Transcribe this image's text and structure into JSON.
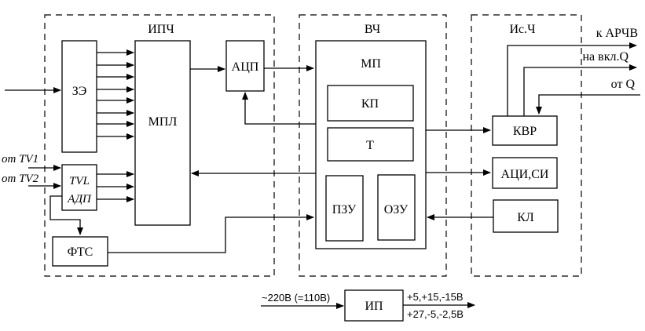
{
  "groups": {
    "ipch": "ИПЧ",
    "vch": "ВЧ",
    "isch": "Ис.Ч"
  },
  "blocks": {
    "ze": "ЗЭ",
    "mpl": "МПЛ",
    "acp": "АЦП",
    "tvl": "TVL",
    "adp": "АДП",
    "fts": "ФТС",
    "mp": "МП",
    "kp": "КП",
    "t": "Т",
    "pzu": "ПЗУ",
    "ozu": "ОЗУ",
    "kvr": "КВР",
    "aci_si": "АЦИ,СИ",
    "kl": "КЛ",
    "ip": "ИП"
  },
  "signals": {
    "from_tv1": "от TV1",
    "from_tv2": "от TV2",
    "to_archv": "к АРЧВ",
    "to_on_q": "на вкл.Q",
    "from_q": "от Q",
    "power_in": "~220В (=110В)",
    "power_out_1": "+5,+15,-15В",
    "power_out_2": "+27,-5,-2,5В"
  }
}
